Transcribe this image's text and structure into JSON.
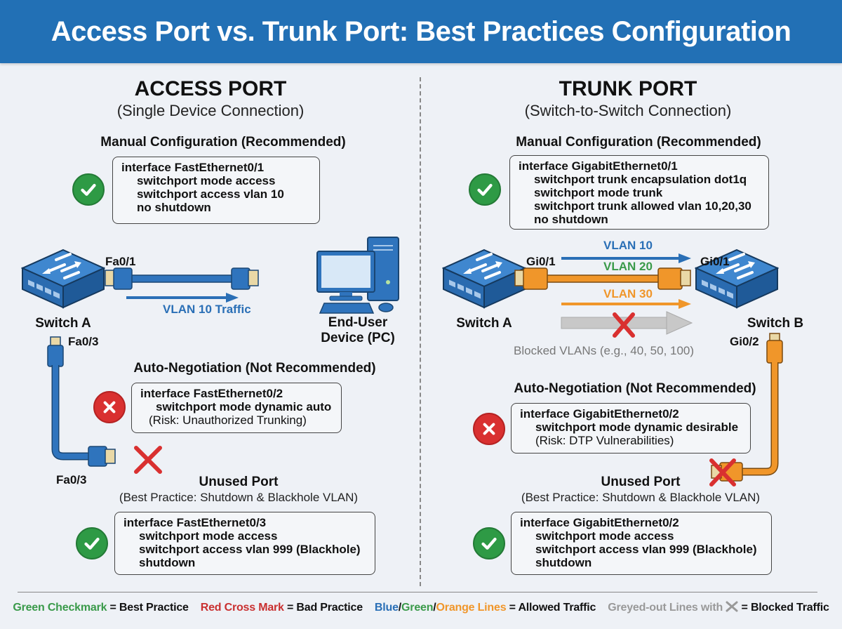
{
  "title": "Access Port vs. Trunk Port: Best Practices Configuration",
  "colors": {
    "header": "#2270b5",
    "blue": "#2a6fb6",
    "green": "#3a9a4a",
    "orange": "#f0962a",
    "red": "#d93030",
    "grey": "#9a9a9a"
  },
  "access": {
    "title": "ACCESS PORT",
    "subtitle": "(Single Device Connection)",
    "manual": {
      "heading": "Manual Configuration (Recommended)",
      "status": "check-icon",
      "lines": [
        "interface FastEthernet0/1",
        "switchport mode access",
        "switchport access vlan 10",
        "no shutdown"
      ]
    },
    "diagram": {
      "switch_label": "Switch A",
      "port_fa01": "Fa0/1",
      "port_fa03_top": "Fa0/3",
      "port_fa03_bottom": "Fa0/3",
      "traffic_label": "VLAN 10 Traffic",
      "device_label_line1": "End-User",
      "device_label_line2": "Device (PC)"
    },
    "auto": {
      "heading": "Auto-Negotiation (Not Recommended)",
      "status": "cross-icon",
      "lines": [
        "interface FastEthernet0/2",
        "switchport mode dynamic auto"
      ],
      "risk": "(Risk: Unauthorized Trunking)"
    },
    "unused": {
      "heading": "Unused Port",
      "note": "(Best Practice: Shutdown & Blackhole VLAN)",
      "status": "check-icon",
      "lines": [
        "interface FastEthernet0/3",
        "switchport mode access",
        "switchport access vlan 999 (Blackhole)",
        "shutdown"
      ]
    }
  },
  "trunk": {
    "title": "TRUNK PORT",
    "subtitle": "(Switch-to-Switch Connection)",
    "manual": {
      "heading": "Manual Configuration (Recommended)",
      "status": "check-icon",
      "lines": [
        "interface GigabitEthernet0/1",
        "switchport trunk encapsulation dot1q",
        "switchport mode trunk",
        "switchport trunk allowed vlan 10,20,30",
        "no shutdown"
      ]
    },
    "diagram": {
      "switch_a_label": "Switch A",
      "switch_b_label": "Switch B",
      "port_a": "Gi0/1",
      "port_b": "Gi0/1",
      "port_b2": "Gi0/2",
      "vlans": [
        {
          "label": "VLAN 10",
          "color": "#2a6fb6"
        },
        {
          "label": "VLAN 20",
          "color": "#3a9a4a"
        },
        {
          "label": "VLAN 30",
          "color": "#f0962a"
        }
      ],
      "blocked_label": "Blocked VLANs (e.g., 40, 50, 100)"
    },
    "auto": {
      "heading": "Auto-Negotiation (Not Recommended)",
      "status": "cross-icon",
      "lines": [
        "interface GigabitEthernet0/2",
        "switchport mode dynamic desirable"
      ],
      "risk": "(Risk: DTP Vulnerabilities)"
    },
    "unused": {
      "heading": "Unused Port",
      "note": "(Best Practice: Shutdown & Blackhole VLAN)",
      "status": "check-icon",
      "lines": [
        "interface GigabitEthernet0/2",
        "switchport mode access",
        "switchport access vlan 999 (Blackhole)",
        "shutdown"
      ]
    }
  },
  "legend": {
    "green_checkmark": "Green Checkmark",
    "eq_best": " = Best Practice",
    "red_cross": "Red Cross Mark",
    "eq_bad": " = Bad Practice",
    "blue": "Blue",
    "slash1": "/",
    "green": "Green",
    "slash2": "/",
    "orange_lines": "Orange Lines",
    "eq_allowed": " = Allowed Traffic",
    "greyed": "Greyed-out Lines with",
    "eq_blocked": " = Blocked Traffic"
  }
}
